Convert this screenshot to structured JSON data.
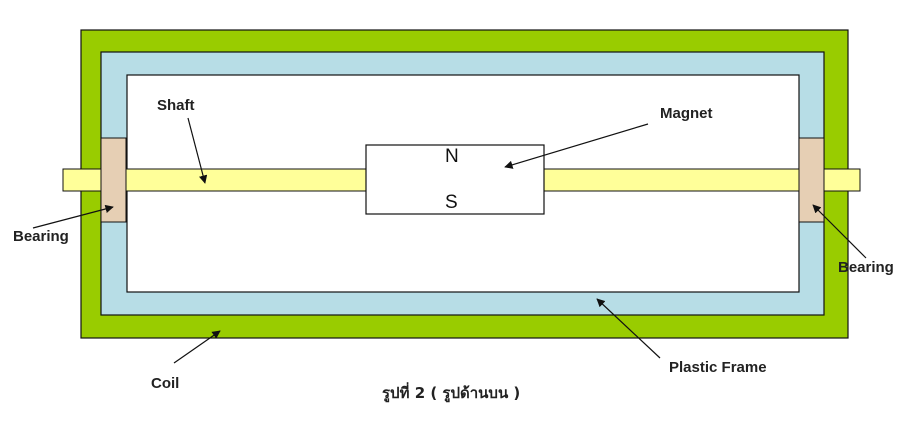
{
  "labels": {
    "shaft": "Shaft",
    "magnet": "Magnet",
    "bearing_left": "Bearing",
    "bearing_right": "Bearing",
    "coil": "Coil",
    "plastic_frame": "Plastic Frame",
    "north": "N",
    "south": "S"
  },
  "caption": "รูปที่ 2 ( รูปด้านบน )",
  "colors": {
    "coil": "#99cc00",
    "frame": "#b7dde6",
    "interior": "#ffffff",
    "shaft": "#ffff99",
    "bearing": "#e6cfb4",
    "magnet": "#ffffff",
    "outline": "#111111"
  }
}
